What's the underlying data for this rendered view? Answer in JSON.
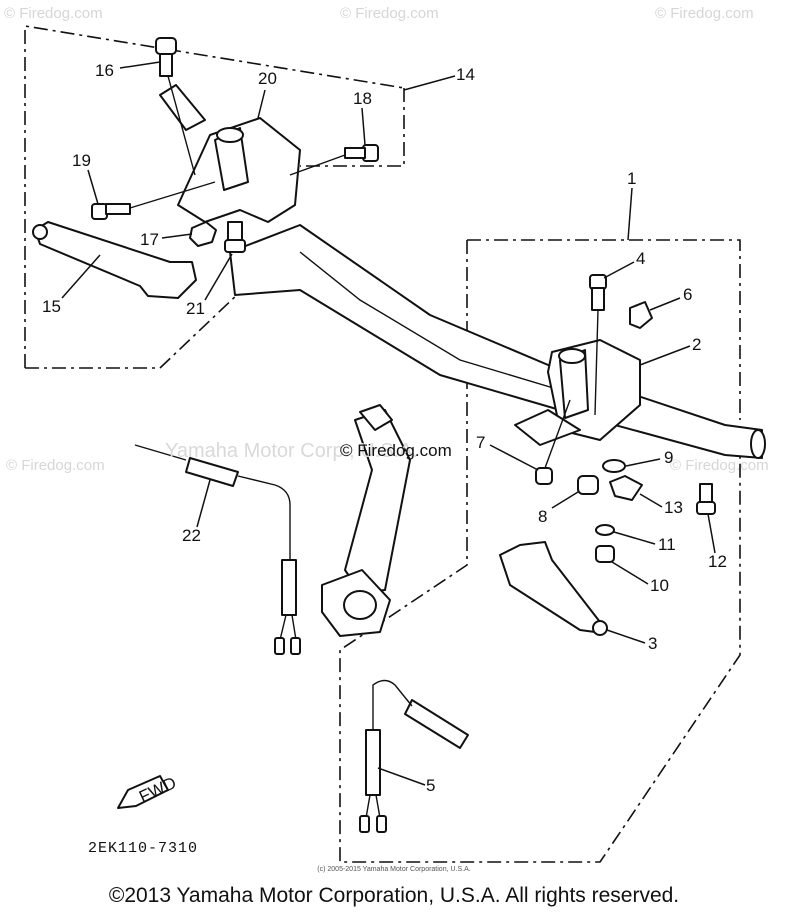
{
  "watermarks": {
    "corner": "© Firedog.com",
    "center": "© Firedog.com",
    "background": "Yamaha Motor Corp., U.S.A."
  },
  "diagram_code": "2EK110-7310",
  "small_copyright": "(c) 2005-2015 Yamaha Motor Corporation, U.S.A.",
  "copyright": "©2013 Yamaha Motor Corporation, U.S.A. All rights reserved.",
  "fwd_label": "FWD",
  "callouts": [
    "1",
    "2",
    "3",
    "4",
    "5",
    "6",
    "7",
    "8",
    "9",
    "10",
    "11",
    "12",
    "13",
    "14",
    "15",
    "16",
    "17",
    "18",
    "19",
    "20",
    "21",
    "22"
  ]
}
